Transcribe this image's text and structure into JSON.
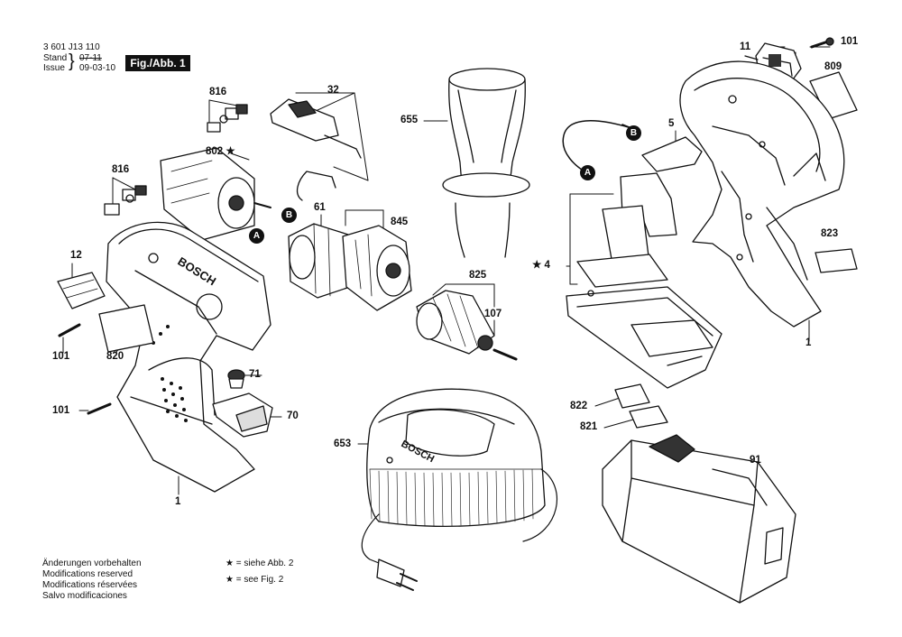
{
  "header": {
    "part_number": "3 601 J13 110",
    "stand_label": "Stand",
    "stand_value": "07-11",
    "issue_label": "Issue",
    "issue_value": "09-03-10",
    "figure_label": "Fig./Abb. 1"
  },
  "labels": {
    "l11": "11",
    "l101a": "101",
    "l809": "809",
    "l5": "5",
    "l32": "32",
    "l816a": "816",
    "l802": "802 ★",
    "l816b": "816",
    "l655": "655",
    "l61": "61",
    "l845": "845",
    "l12": "12",
    "l825": "825",
    "l4": "★ 4",
    "l823": "823",
    "l107": "107",
    "l101b": "101",
    "l820": "820",
    "l71": "71",
    "l101c": "101",
    "l70": "70",
    "l822": "822",
    "l821": "821",
    "l1a": "1",
    "l1b": "1",
    "l653": "653",
    "l91": "91"
  },
  "markers": {
    "a1": "A",
    "a2": "A",
    "b1": "B",
    "b2": "B"
  },
  "brand_text": "BOSCH",
  "footer": {
    "notes": [
      "Änderungen vorbehalten",
      "Modifications reserved",
      "Modifications réservées",
      "Salvo modificaciones"
    ],
    "star_de": "★ = siehe Abb. 2",
    "star_en": "★ = see Fig. 2"
  }
}
